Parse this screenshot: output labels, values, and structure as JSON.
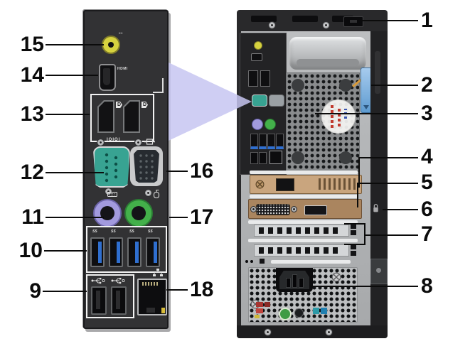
{
  "figure": {
    "background": "#ffffff",
    "triangle_color": "#c7c5f1",
    "description_type": "computer-rear-panel-callout-diagram"
  },
  "labels": {
    "hdmi": "HDMI",
    "serial": "IOIOI",
    "usb3": "SS",
    "dp_logo": "D"
  },
  "icons": {
    "line_out": "↔",
    "keyboard": "keyboard-outline",
    "mouse": "mouse-outline",
    "vga": "monitor-between-bars",
    "usb": "usb-trident",
    "network": "network-nodes",
    "padlock": "padlock",
    "screw": "circled-cross-screw",
    "displayport": "dp-logo",
    "kensington_slot": "security-slot"
  },
  "callouts": {
    "c1": "1",
    "c2": "2",
    "c3": "3",
    "c4": "4",
    "c5": "5",
    "c6": "6",
    "c7": "7",
    "c8": "8",
    "c9": "9",
    "c10": "10",
    "c11": "11",
    "c12": "12",
    "c13": "13",
    "c14": "14",
    "c15": "15",
    "c16": "16",
    "c17": "17",
    "c18": "18"
  },
  "colors": {
    "audio_jack": "#d6d23f",
    "serial_port": "#38a392",
    "ps2_keyboard": "#a29ade",
    "ps2_mouse": "#43b04a",
    "usb3_tab": "#2f6fd0",
    "release_latch": "#6fa8dc",
    "network_card": "#c9a57e",
    "graphics_card": "#aa855f",
    "ethernet_led": "#d8bc3a",
    "fan_label_mark": "#c03a2e",
    "panel_black": "#323234",
    "tower_gray": "#b2b4b6"
  }
}
